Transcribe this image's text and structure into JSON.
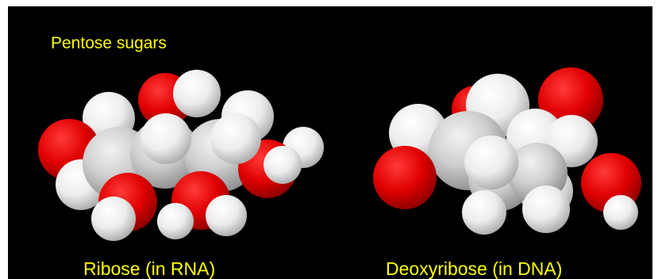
{
  "title": "Pentose sugars",
  "molecules": [
    {
      "label": "Ribose (in RNA)",
      "atoms": [
        {
          "element": "H"
        },
        {
          "element": "H"
        },
        {
          "element": "O"
        },
        {
          "element": "H"
        },
        {
          "element": "H"
        },
        {
          "element": "O"
        },
        {
          "element": "H"
        },
        {
          "element": "C"
        },
        {
          "element": "C"
        },
        {
          "element": "C"
        },
        {
          "element": "O"
        },
        {
          "element": "H"
        },
        {
          "element": "H"
        },
        {
          "element": "O"
        },
        {
          "element": "O"
        },
        {
          "element": "H"
        },
        {
          "element": "H"
        },
        {
          "element": "H"
        },
        {
          "element": "H"
        }
      ]
    },
    {
      "label": "Deoxyribose (in DNA)",
      "atoms": [
        {
          "element": "O"
        },
        {
          "element": "O"
        },
        {
          "element": "H"
        },
        {
          "element": "H"
        },
        {
          "element": "C"
        },
        {
          "element": "H"
        },
        {
          "element": "H"
        },
        {
          "element": "H"
        },
        {
          "element": "C"
        },
        {
          "element": "C"
        },
        {
          "element": "O"
        },
        {
          "element": "O"
        },
        {
          "element": "H"
        },
        {
          "element": "H"
        },
        {
          "element": "H"
        },
        {
          "element": "H"
        }
      ]
    }
  ],
  "colors": {
    "background": "#000000",
    "label": "#ffff00",
    "oxygen": "#ee0000",
    "hydrogen": "#f4f4f4",
    "carbon": "#c8c8c8"
  }
}
